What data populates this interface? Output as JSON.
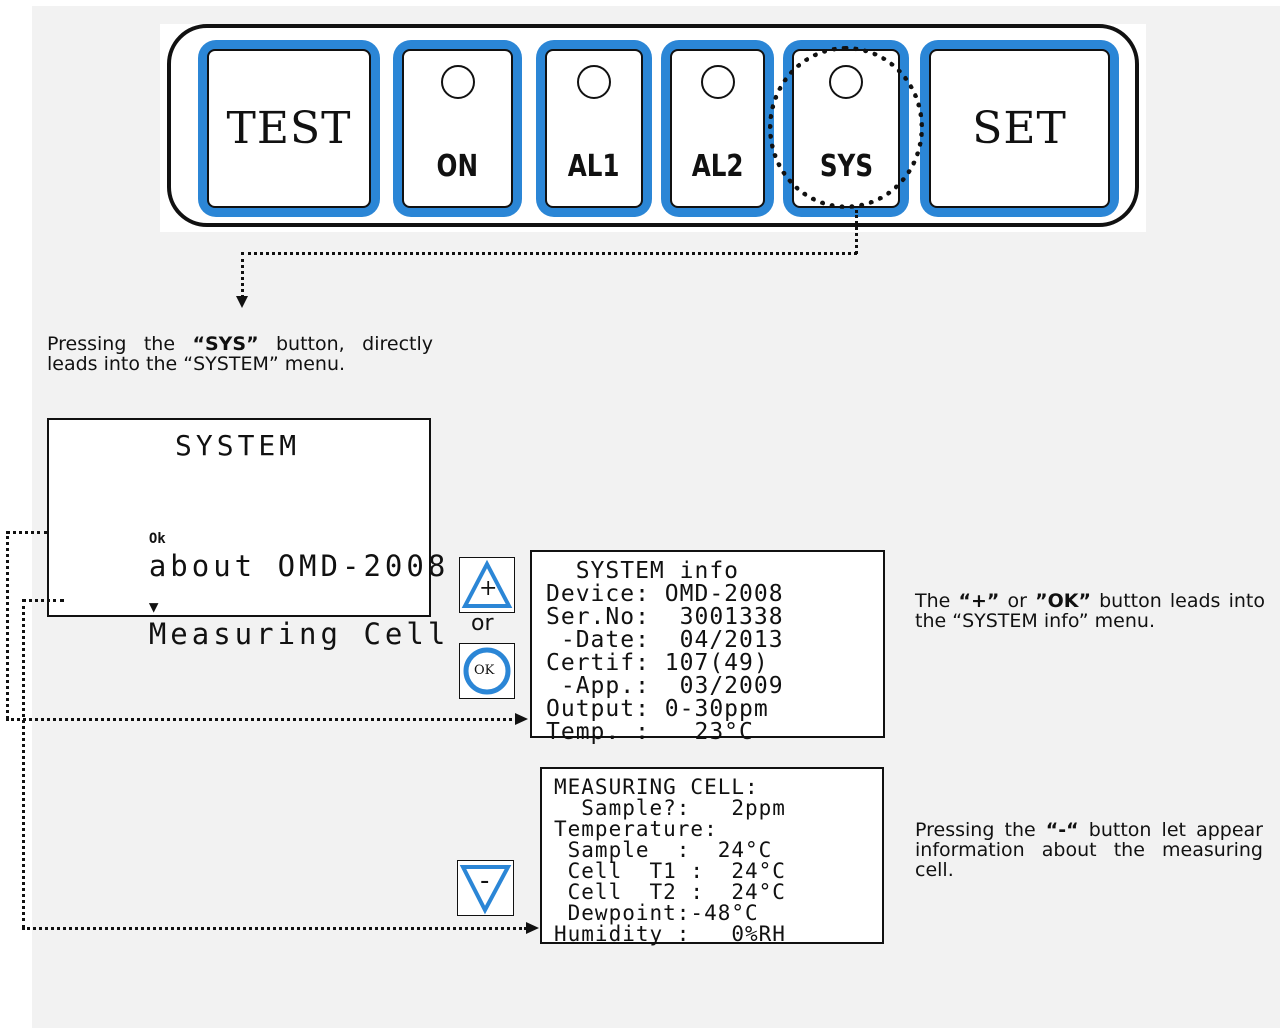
{
  "keypad": {
    "keys": [
      {
        "label": "TEST"
      },
      {
        "label": "ON"
      },
      {
        "label": "AL1"
      },
      {
        "label": "AL2"
      },
      {
        "label": "SYS"
      },
      {
        "label": "SET"
      }
    ]
  },
  "captions": {
    "sys_intro": {
      "pre": "Pressing the ",
      "strong": "“SYS”",
      "post": " button, directly leads into the “SYSTEM” menu."
    },
    "plus_ok": {
      "pre": "The ",
      "strong1": "“+”",
      "mid": " or ",
      "strong2": "”OK”",
      "post": " button leads into the “SYSTEM info” menu."
    },
    "minus": {
      "pre": "Pressing the ",
      "strong": "“-“",
      "post": " button let appear information about the measuring cell."
    }
  },
  "system_menu": {
    "title": "SYSTEM",
    "items": [
      {
        "marker": "Ok",
        "label": "about OMD-2008"
      },
      {
        "marker": "▼",
        "label": "Measuring Cell"
      }
    ]
  },
  "system_info": {
    "lines": [
      "  SYSTEM info",
      "Device: OMD-2008",
      "Ser.No:  3001338",
      " -Date:  04/2013",
      "Certif: 107(49)",
      " -App.:  03/2009",
      "Output: 0-30ppm",
      "Temp. :   23°C"
    ]
  },
  "measuring_cell": {
    "lines": [
      "MEASURING CELL:",
      "  Sample?:   2ppm",
      "Temperature:",
      " Sample  :  24°C",
      " Cell  T1 :  24°C",
      " Cell  T2 :  24°C",
      " Dewpoint:-48°C",
      "Humidity :   0%RH"
    ]
  },
  "or_label": "or",
  "buttons": {
    "plus_symbol": "+",
    "ok_symbol": "OK",
    "minus_symbol": "-"
  },
  "colors": {
    "accent_blue": "#2b86d6"
  }
}
